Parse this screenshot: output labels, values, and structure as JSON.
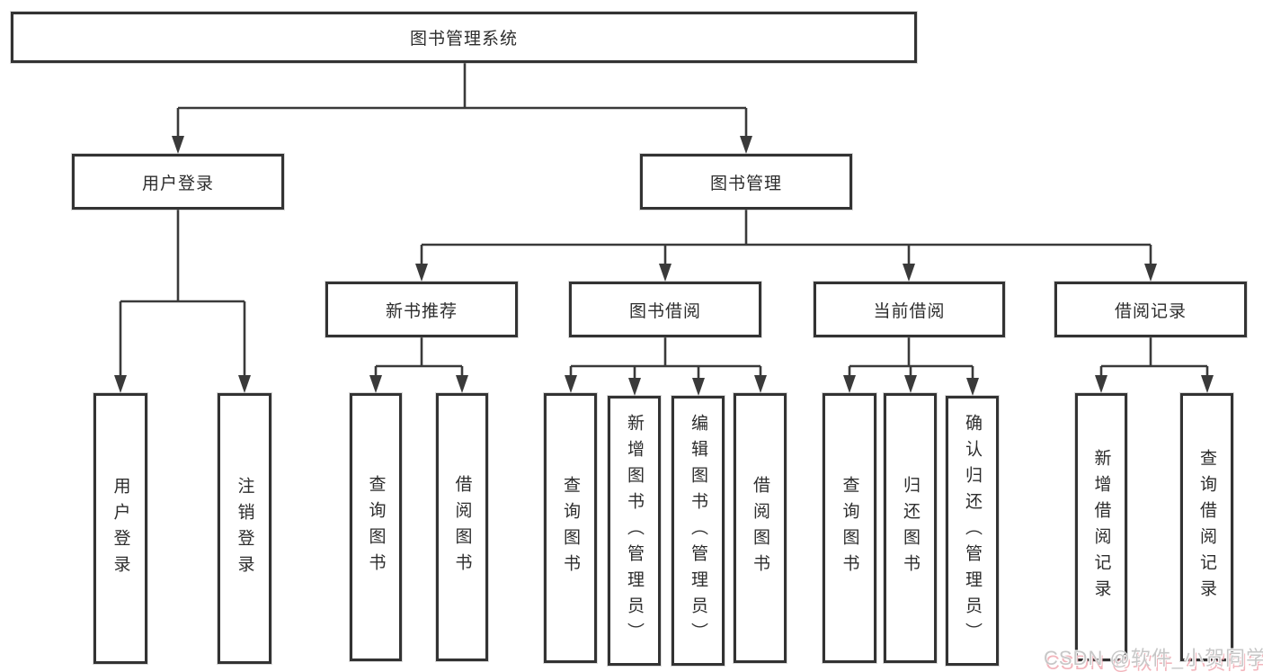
{
  "tree": {
    "label": "图书管理系统",
    "children": [
      {
        "label": "用户登录",
        "children": [
          {
            "label": "用户登录"
          },
          {
            "label": "注销登录"
          }
        ]
      },
      {
        "label": "图书管理",
        "children": [
          {
            "label": "新书推荐",
            "children": [
              {
                "label": "查询图书"
              },
              {
                "label": "借阅图书"
              }
            ]
          },
          {
            "label": "图书借阅",
            "children": [
              {
                "label": "查询图书"
              },
              {
                "label": "新增图书（管理员）"
              },
              {
                "label": "编辑图书（管理员）"
              },
              {
                "label": "借阅图书"
              }
            ]
          },
          {
            "label": "当前借阅",
            "children": [
              {
                "label": "查询图书"
              },
              {
                "label": "归还图书"
              },
              {
                "label": "确认归还（管理员）"
              }
            ]
          },
          {
            "label": "借阅记录",
            "children": [
              {
                "label": "新增借阅记录"
              },
              {
                "label": "查询借阅记录"
              }
            ]
          }
        ]
      }
    ]
  },
  "watermark": {
    "text": "CSDN @软件_小贺同学"
  },
  "colors": {
    "line": "#3a3a3a",
    "box_border": "#333333",
    "box_background": "#ffffff",
    "text": "#2d2d2d",
    "watermark_gray": "#c7c7c7",
    "watermark_pink": "#f0a8b0"
  }
}
